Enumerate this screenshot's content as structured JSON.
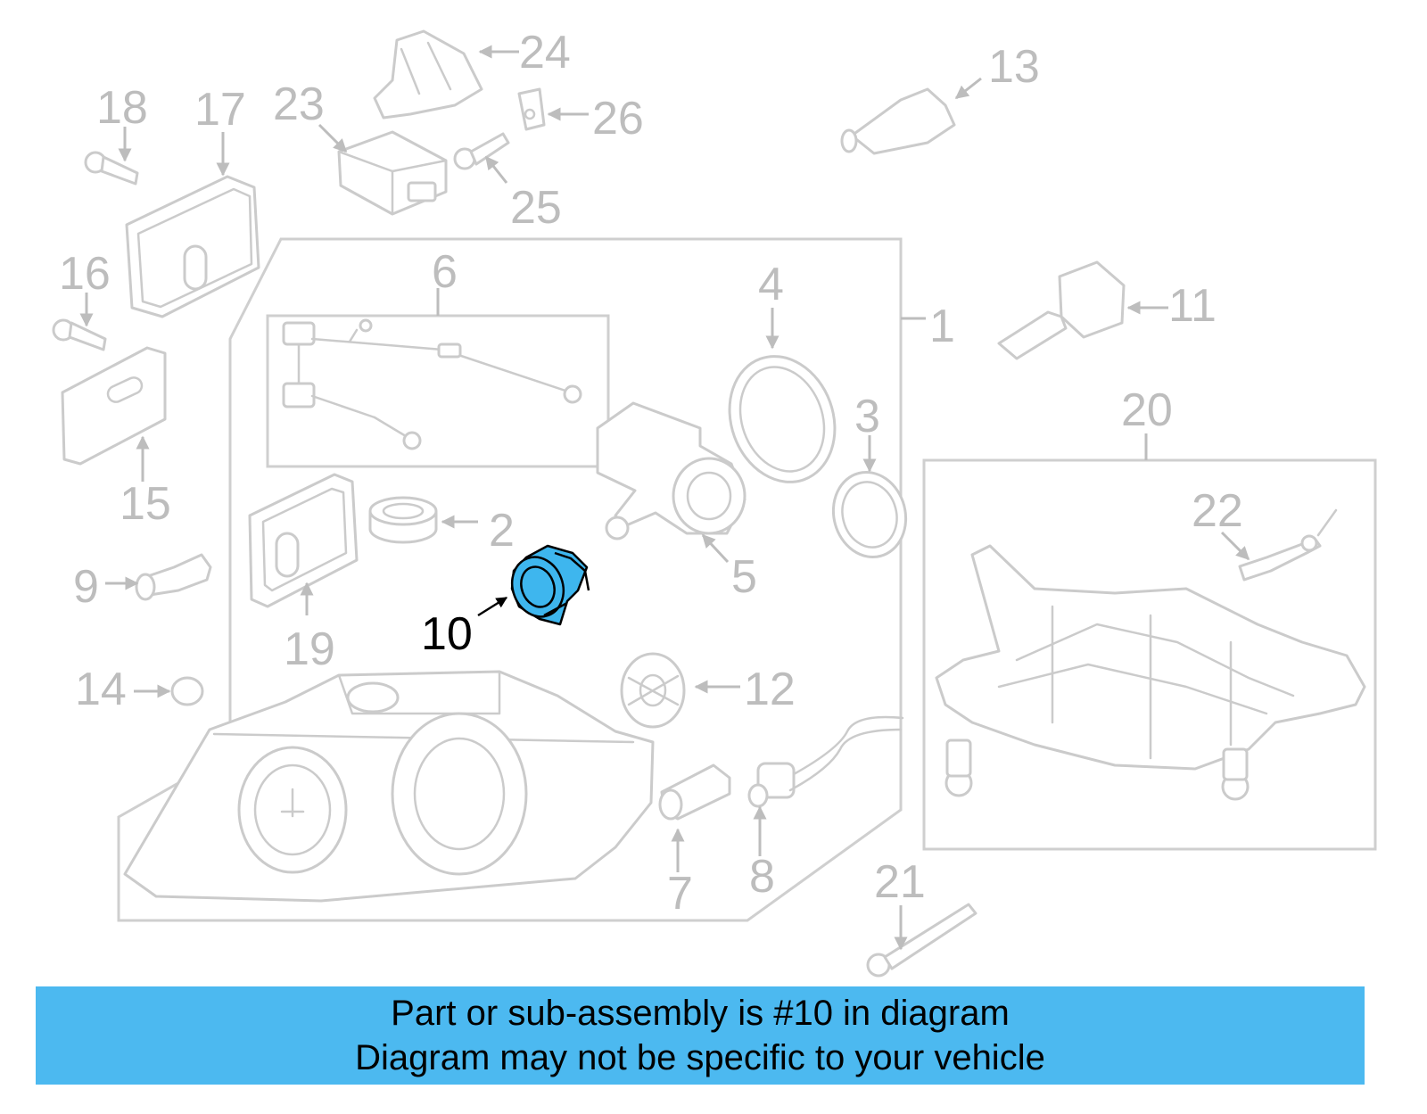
{
  "callouts": [
    "1",
    "2",
    "3",
    "4",
    "5",
    "6",
    "7",
    "8",
    "9",
    "10",
    "11",
    "12",
    "13",
    "14",
    "15",
    "16",
    "17",
    "18",
    "19",
    "20",
    "21",
    "22",
    "23",
    "24",
    "25",
    "26"
  ],
  "highlighted_callout": "10",
  "banner": {
    "line1": "Part or sub-assembly is #10 in diagram",
    "line2": "Diagram may not be specific to your vehicle",
    "background_color": "#4cb9f0"
  },
  "colors": {
    "highlight_part": "#3eb6ee",
    "outline": "#cbcbcb",
    "label": "#bdbdbd"
  }
}
